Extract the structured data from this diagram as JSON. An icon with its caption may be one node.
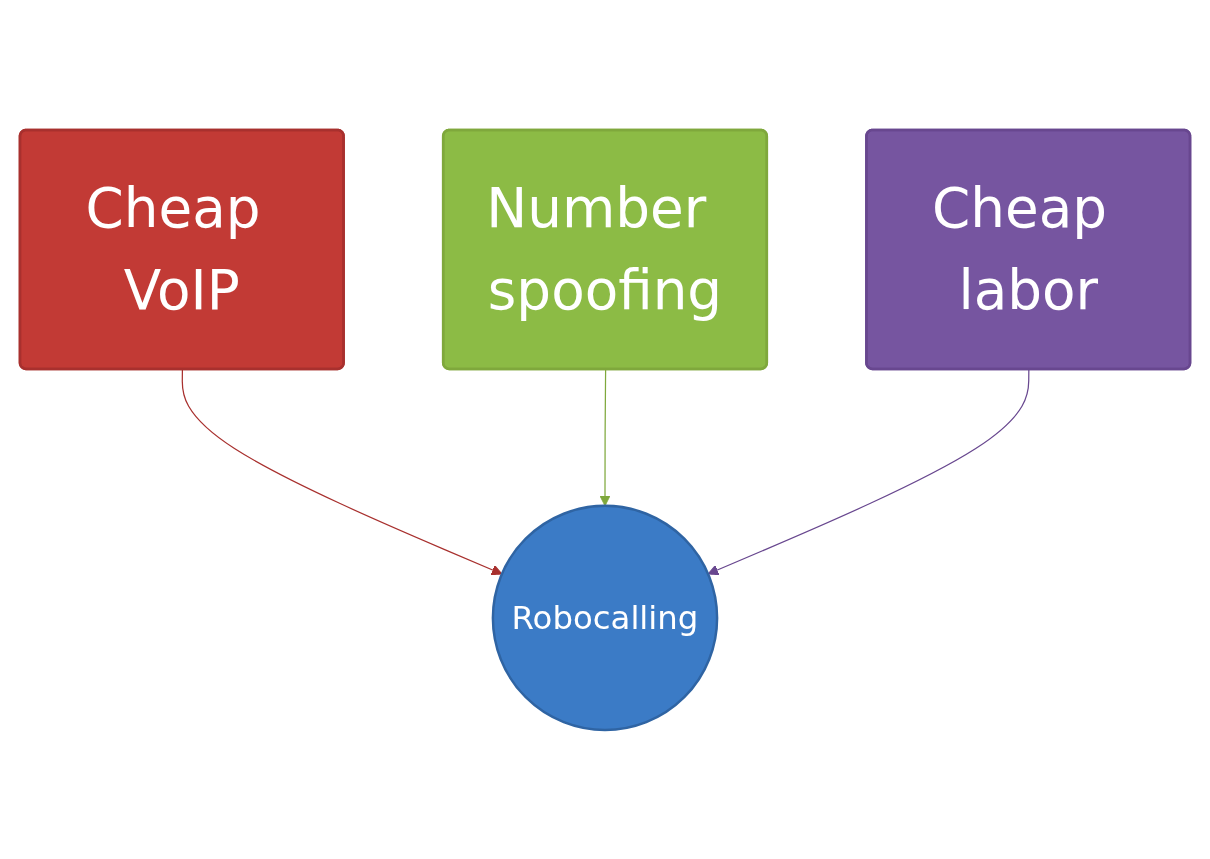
{
  "diagram": {
    "nodes": [
      {
        "text": [
          "Cheap VoIP"
        ]
      },
      {
        "text": [
          "Number spoofing"
        ]
      },
      {
        "text": [
          "Cheap labor"
        ]
      },
      {
        "text": [
          "Robocalling"
        ]
      }
    ],
    "edges": [
      {
        "from": 0,
        "to": 3,
        "arrow": "to",
        "color": "#a8302e"
      },
      {
        "from": 1,
        "to": 3,
        "arrow": "to",
        "color": "#7fa83c"
      },
      {
        "from": 2,
        "to": 3,
        "arrow": "to",
        "color": "#68478f"
      }
    ]
  }
}
